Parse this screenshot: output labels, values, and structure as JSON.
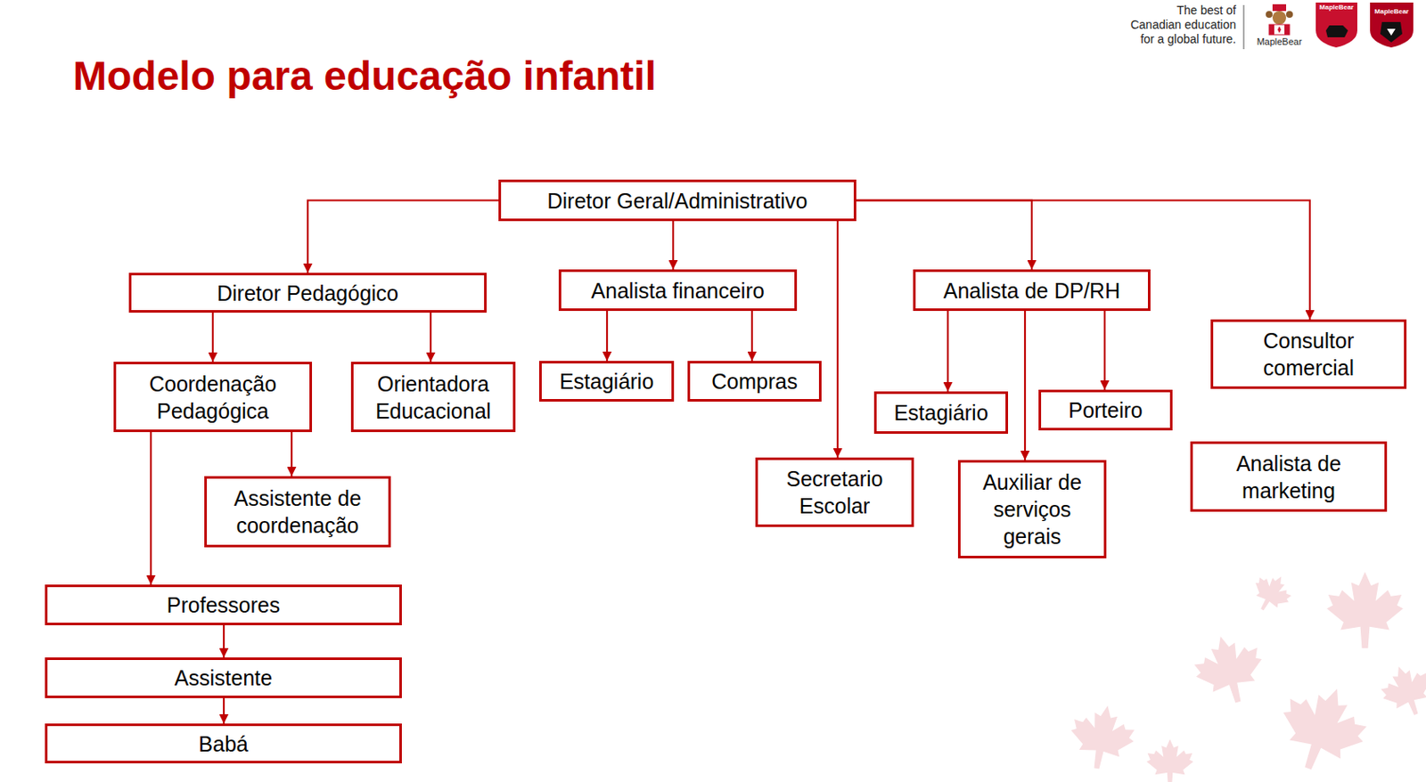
{
  "diagram": {
    "title": "Modelo para educação infantil",
    "nodes": [
      {
        "text": [
          "Diretor Geral/Administrativo"
        ]
      },
      {
        "text": [
          "Diretor Pedagógico"
        ]
      },
      {
        "text": [
          "Analista financeiro"
        ]
      },
      {
        "text": [
          "Analista de DP/RH"
        ]
      },
      {
        "text": [
          "Consultor comercial"
        ]
      },
      {
        "text": [
          "Coordenação Pedagógica"
        ]
      },
      {
        "text": [
          "Orientadora Educacional"
        ]
      },
      {
        "text": [
          "Estagiário"
        ]
      },
      {
        "text": [
          "Compras"
        ]
      },
      {
        "text": [
          "Estagiário"
        ]
      },
      {
        "text": [
          "Porteiro"
        ]
      },
      {
        "text": [
          "Secretario Escolar"
        ]
      },
      {
        "text": [
          "Auxiliar de serviços gerais"
        ]
      },
      {
        "text": [
          "Analista de marketing"
        ]
      },
      {
        "text": [
          "Assistente de coordenação"
        ]
      },
      {
        "text": [
          "Professores"
        ]
      },
      {
        "text": [
          "Assistente"
        ]
      },
      {
        "text": [
          "Babá"
        ]
      }
    ],
    "edges": [
      {
        "from": 0,
        "to": 1,
        "arrow": "to"
      },
      {
        "from": 0,
        "to": 2,
        "arrow": "to"
      },
      {
        "from": 0,
        "to": 11,
        "arrow": "to"
      },
      {
        "from": 0,
        "to": 3,
        "arrow": "to"
      },
      {
        "from": 0,
        "to": 4,
        "arrow": "to"
      },
      {
        "from": 1,
        "to": 5,
        "arrow": "to"
      },
      {
        "from": 1,
        "to": 6,
        "arrow": "to"
      },
      {
        "from": 5,
        "to": 14,
        "arrow": "to"
      },
      {
        "from": 5,
        "to": 15,
        "arrow": "to"
      },
      {
        "from": 2,
        "to": 7,
        "arrow": "to"
      },
      {
        "from": 2,
        "to": 8,
        "arrow": "to"
      },
      {
        "from": 3,
        "to": 9,
        "arrow": "to"
      },
      {
        "from": 3,
        "to": 12,
        "arrow": "to"
      },
      {
        "from": 3,
        "to": 10,
        "arrow": "to"
      },
      {
        "from": 15,
        "to": 16,
        "arrow": "to"
      },
      {
        "from": 16,
        "to": 17,
        "arrow": "to"
      }
    ],
    "labels": [
      "The best of",
      "Canadian education",
      "for a global future.",
      "MapleBear",
      "MapleBear",
      "MapleBear"
    ]
  }
}
